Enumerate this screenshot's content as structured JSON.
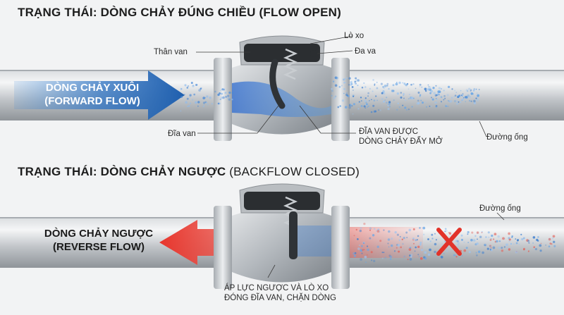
{
  "top": {
    "title_bold": "TRẠNG THÁI: DÒNG CHẢY ĐÚNG CHIỀU (FLOW OPEN)",
    "labels": {
      "spring": "Lò xo",
      "body": "Thân van",
      "hinge": "Đa va",
      "disc": "Đĩa van",
      "disc_pushed_line1": "ĐĨA VAN ĐƯỢC",
      "disc_pushed_line2": "DÒNG CHẢY ĐẨY MỞ",
      "pipe": "Đường ống"
    },
    "flow_line1": "DÒNG CHẢY XUÔI",
    "flow_line2": "(FORWARD FLOW)",
    "flow_color": "#1f5fae"
  },
  "bottom": {
    "title_bold": "TRẠNG THÁI: DÒNG CHẢY NGƯỢC",
    "title_light": "(BACKFLOW CLOSED)",
    "labels": {
      "pipe": "Đường ống",
      "pressure_line1": "ÁP LỰC NGƯỢC VÀ LÒ XO",
      "pressure_line2": "ĐÓNG ĐĨA VAN, CHẶN DÒNG"
    },
    "flow_line1": "DÒNG CHẢY NGƯỢC",
    "flow_line2": "(REVERSE FLOW)",
    "flow_color": "#e8352c"
  }
}
